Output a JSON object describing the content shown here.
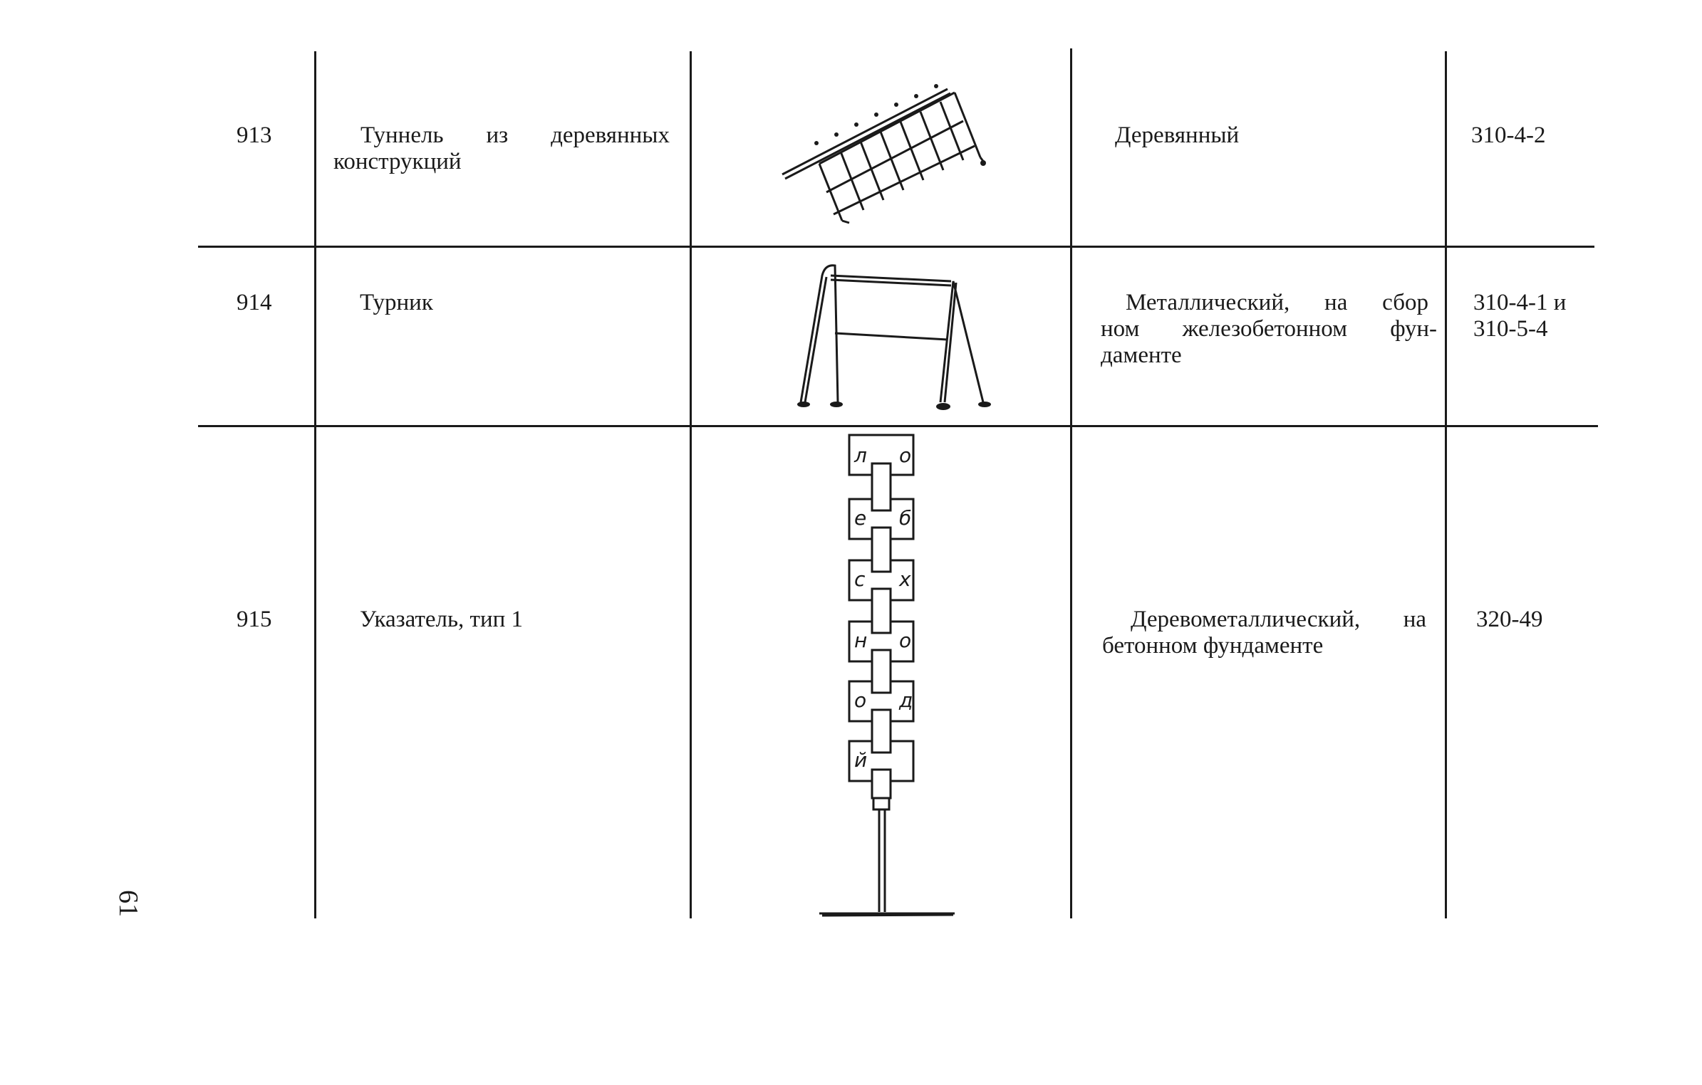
{
  "rows": [
    {
      "number": "913",
      "name_line1_words": [
        "Туннель",
        "из",
        "деревянных"
      ],
      "name_line2": "конструкций",
      "material": "Деревянный",
      "code_line1": "310-4-2",
      "illustration": "wooden-tunnel-drawing"
    },
    {
      "number": "914",
      "name_line1": "Турник",
      "material_line1_words": [
        "Металлический,",
        "на",
        "сбор"
      ],
      "material_line2_words": [
        "ном",
        "железобетонном",
        "фун-"
      ],
      "material_line3": "даменте",
      "code_line1": "310-4-1 и",
      "code_line2": "310-5-4",
      "illustration": "horizontal-bar-drawing"
    },
    {
      "number": "915",
      "name_line1": "Указатель, тип 1",
      "material_line1_words": [
        "Деревометаллический,",
        "на"
      ],
      "material_line2": "бетонном фундаменте",
      "code_line1": "320-49",
      "illustration": "signpost-drawing",
      "sign_letters": [
        "л",
        "о",
        "е",
        "б",
        "с",
        "х",
        "н",
        "о",
        "о",
        "д",
        "й"
      ]
    }
  ],
  "page_number": "61"
}
